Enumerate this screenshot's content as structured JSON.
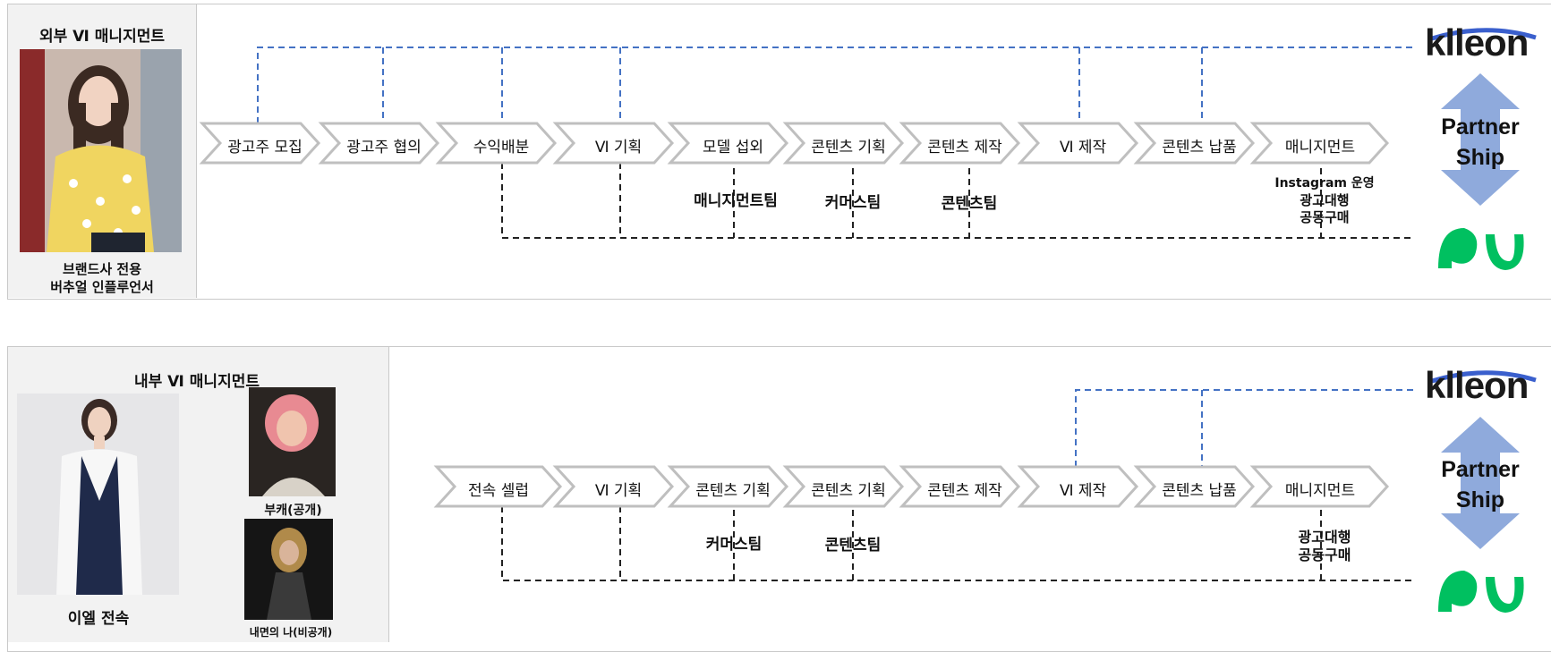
{
  "colors": {
    "arrow_fill": "#ffffff",
    "arrow_stroke": "#bfbfbf",
    "blue_dash": "#4472c4",
    "black_dash": "#222222",
    "partner_arrow": "#8faadc",
    "green_logo": "#00c060"
  },
  "top": {
    "title": "외부 Ⅵ 매니지먼트",
    "caption_line1": "브랜드사 전용",
    "caption_line2": "버추얼 인플루언서",
    "steps": [
      "광고주 모집",
      "광고주 협의",
      "수익배분",
      "Ⅵ 기획",
      "모델 섭외",
      "콘텐츠 기획",
      "콘텐츠 제작",
      "Ⅵ 제작",
      "콘텐츠 납품",
      "매니지먼트"
    ],
    "teams": [
      "매니지먼트팀",
      "커머스팀",
      "콘텐츠팀"
    ],
    "mgmt_line1": "Instagram 운영",
    "mgmt_line2": "광고대행",
    "mgmt_line3": "공동구매",
    "logo_text": "klleon",
    "partner_line1": "Partner",
    "partner_line2": "Ship"
  },
  "bottom": {
    "title": "내부 Ⅵ 매니지먼트",
    "caption_main": "이엘 전속",
    "caption_pub": "부캐(공개)",
    "caption_priv": "내면의 나(비공개)",
    "steps": [
      "전속 셀럽",
      "Ⅵ 기획",
      "콘텐츠 기획",
      "콘텐츠 기획",
      "콘텐츠 제작",
      "Ⅵ 제작",
      "콘텐츠 납품",
      "매니지먼트"
    ],
    "teams": [
      "커머스팀",
      "콘텐츠팀"
    ],
    "mgmt_line1": "광고대행",
    "mgmt_line2": "공동구매",
    "logo_text": "klleon",
    "partner_line1": "Partner",
    "partner_line2": "Ship"
  }
}
